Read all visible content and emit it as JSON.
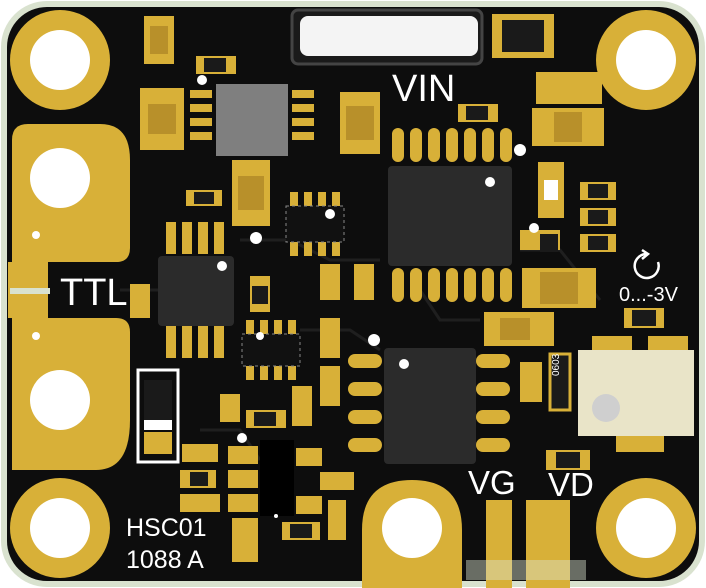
{
  "board": {
    "colors": {
      "background": "#ffffff",
      "board_edge": "#d9e2cf",
      "mask": "#0d0d0d",
      "copper": "#d8b038",
      "silkscreen": "#ffffff",
      "chip": "#2b2b2b",
      "smd_body": "#1a1a1a"
    },
    "labels": {
      "vin": "VIN",
      "ttl": "TTL",
      "vg": "VG",
      "vd": "VD",
      "range": "0...-3V",
      "model": "HSC01",
      "code": "1088 A",
      "chip_marking": "0603"
    },
    "icons": {
      "adjust": "rotate-arrow-icon"
    }
  }
}
